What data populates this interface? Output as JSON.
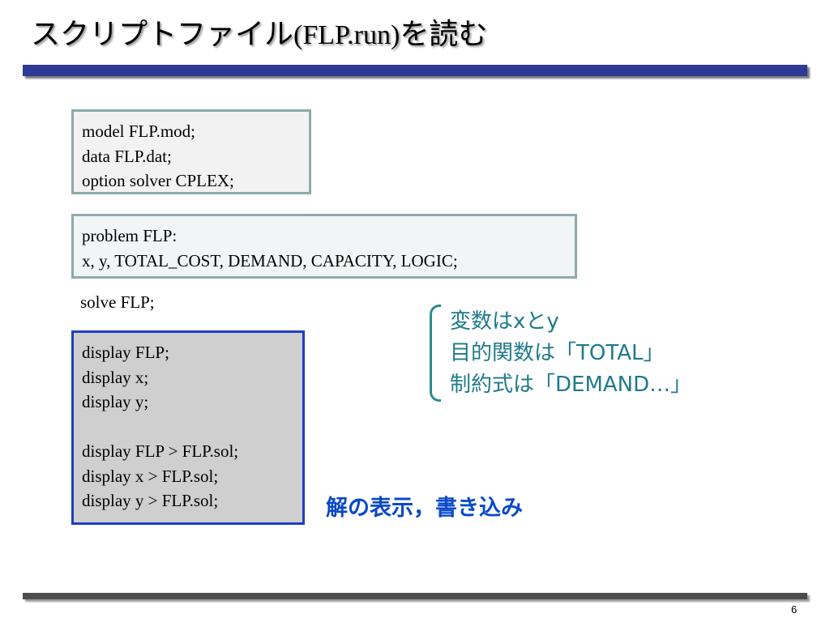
{
  "title": {
    "prefix": "スクリプトファイル",
    "roman": "(FLP.run)",
    "suffix": "を読む"
  },
  "code_block_1": [
    "model FLP.mod;",
    "data FLP.dat;",
    "option solver CPLEX;"
  ],
  "code_block_2": [
    "problem FLP:",
    "x, y, TOTAL_COST, DEMAND, CAPACITY, LOGIC;"
  ],
  "solve_line": "solve FLP;",
  "code_block_3": [
    "display FLP;",
    "display x;",
    "display y;",
    "",
    "display FLP > FLP.sol;",
    "display x > FLP.sol;",
    "display y > FLP.sol;"
  ],
  "annotation": [
    "変数はxとy",
    "目的関数は「TOTAL」",
    "制約式は「DEMAND…」"
  ],
  "display_note": "解の表示，書き込み",
  "page_number": "6",
  "colors": {
    "header_bar": "#2f3a96",
    "annotation_text": "#1f7a8a",
    "display_note_text": "#0a49c8",
    "box_border_teal": "#8eaaaa",
    "box_border_blue": "#1f3fbf"
  }
}
